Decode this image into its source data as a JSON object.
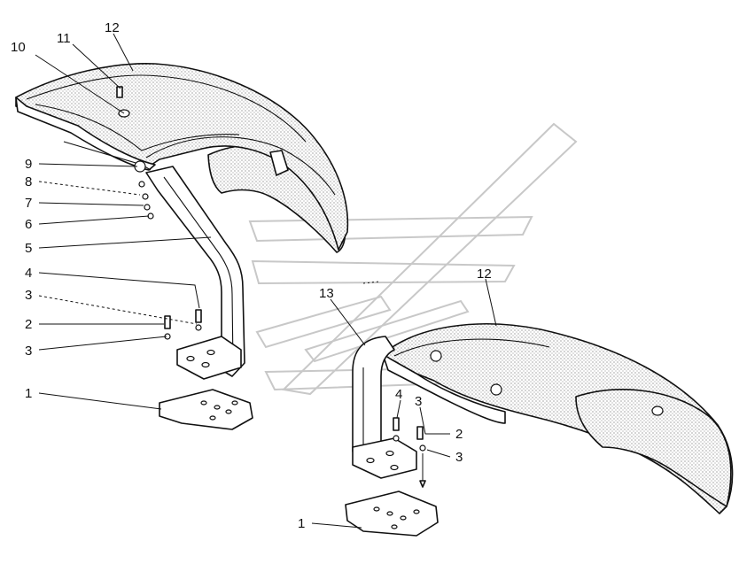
{
  "labels": {
    "l1a": "1",
    "l1b": "1",
    "l2a": "2",
    "l2b": "2",
    "l3a": "3",
    "l3b": "3",
    "l3c": "3",
    "l3d": "3",
    "l4a": "4",
    "l4b": "4",
    "l5": "5",
    "l6": "6",
    "l7": "7",
    "l8": "8",
    "l9": "9",
    "l10": "10",
    "l11": "11",
    "l12a": "12",
    "l12b": "12",
    "l13": "13"
  },
  "colors": {
    "line": "#111111",
    "watermark": "#c8c8c8",
    "background": "#ffffff"
  }
}
